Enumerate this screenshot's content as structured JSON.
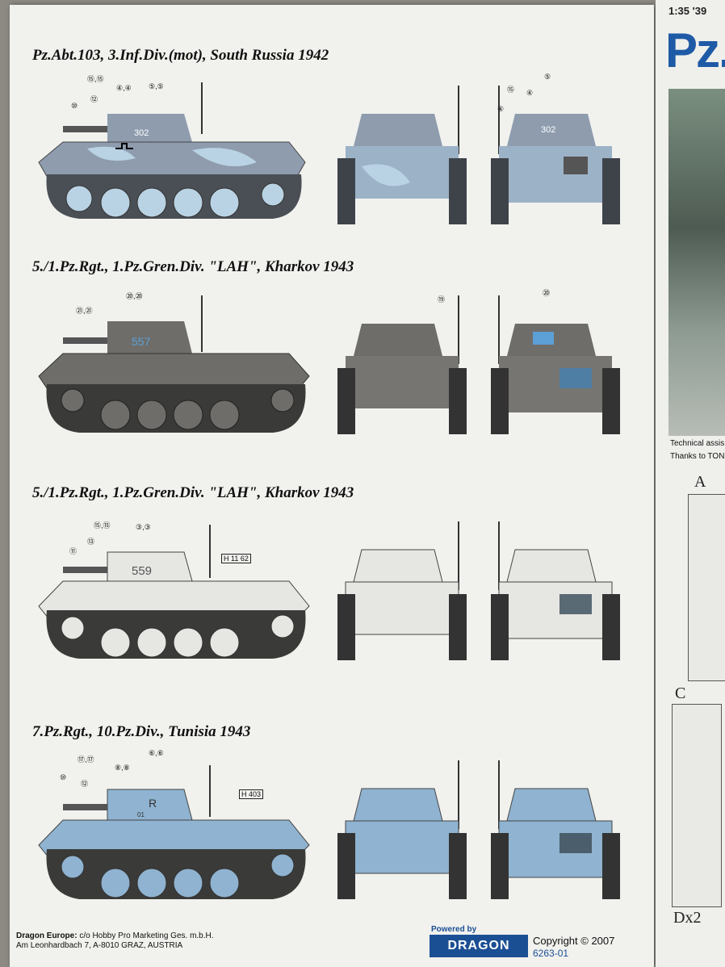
{
  "sheet": {
    "markings": [
      {
        "title": "Pz.Abt.103, 3.Inf.Div.(mot), South Russia 1942",
        "scheme": "winter",
        "turret_number": "302",
        "callouts": [
          "⑮,⑮",
          "④,④",
          "⑤,⑤",
          "⑫",
          "⑩"
        ],
        "front_callouts": [],
        "rear_callouts": [
          "⑮",
          "④",
          "⑤",
          "④"
        ]
      },
      {
        "title": "5./1.Pz.Rgt., 1.Pz.Gren.Div. \"LAH\", Kharkov 1943",
        "scheme": "grey",
        "turret_number": "557",
        "callouts": [
          "⑳,⑳",
          "㉑,㉑"
        ],
        "front_callouts": [
          "⑲"
        ],
        "rear_callouts": [
          "⑳"
        ]
      },
      {
        "title": "5./1.Pz.Rgt., 1.Pz.Gren.Div. \"LAH\", Kharkov 1943",
        "scheme": "white",
        "turret_number": "559",
        "callouts": [
          "⑮,⑮",
          "③,③",
          "⑬",
          "⑪"
        ],
        "plate": "H 11 62",
        "front_callouts": [],
        "rear_callouts": []
      },
      {
        "title": "7.Pz.Rgt., 10.Pz.Div., Tunisia 1943",
        "scheme": "blue",
        "turret_number": "R",
        "hull_number": "01",
        "callouts": [
          "⑰,⑰",
          "⑧,⑧",
          "⑥,⑥",
          "⑫",
          "⑩"
        ],
        "plate": "H 403",
        "front_callouts": [],
        "rear_callouts": []
      }
    ],
    "footer": {
      "line1_bold": "Dragon Europe:",
      "line1": " c/o Hobby Pro Marketing Ges. m.b.H.",
      "line2": "Am Leonhardbach 7, A-8010 GRAZ, AUSTRIA",
      "powered_by": "Powered by",
      "brand": "DRAGON",
      "copyright": "Copyright © 2007",
      "part_number": "6263-01"
    }
  },
  "right_sheet": {
    "scale": "1:35 '39",
    "title": "Pz.",
    "credit1": "Technical assis",
    "credit2": "Thanks to TON",
    "letters": [
      "A",
      "C",
      "Dx2"
    ]
  },
  "colors": {
    "winter_base": "#8e9cae",
    "winter_camo": "#b9d3e4",
    "grey": "#6e6d6a",
    "white": "#e6e6e3",
    "blue": "#8fb3d0",
    "brand_blue": "#1b4f94"
  }
}
